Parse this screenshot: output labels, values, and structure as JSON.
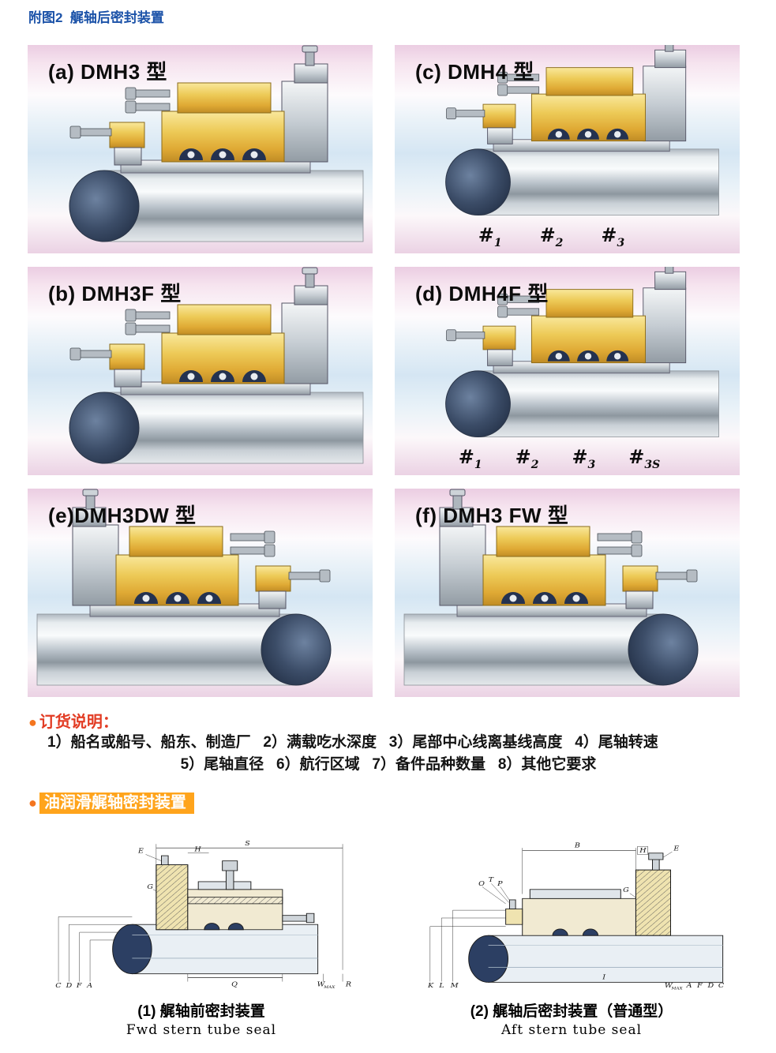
{
  "page": {
    "title": "附图2  艉轴后密封装置"
  },
  "icons": {
    "bullet": "●"
  },
  "panels": [
    {
      "label": "(a) DMH3 型"
    },
    {
      "label": "(c) DMH4 型",
      "tags": [
        {
          "h": "#",
          "s": "1"
        },
        {
          "h": "#",
          "s": "2"
        },
        {
          "h": "#",
          "s": "3"
        }
      ]
    },
    {
      "label": "(b) DMH3F 型"
    },
    {
      "label": "(d) DMH4F 型",
      "tags": [
        {
          "h": "#",
          "s": "1"
        },
        {
          "h": "#",
          "s": "2"
        },
        {
          "h": "#",
          "s": "3"
        },
        {
          "h": "#",
          "s": "3S"
        }
      ]
    },
    {
      "label": "(e)DMH3DW 型"
    },
    {
      "label": "(f) DMH3 FW 型"
    }
  ],
  "ordering": {
    "title": "订货说明：",
    "line1": "1）船名或船号、船东、制造厂   2）满载吃水深度   3）尾部中心线离基线高度   4）尾轴转速",
    "line2": "5）尾轴直径   6）航行区域   7）备件品种数量   8）其他它要求"
  },
  "oil_section": {
    "title": "油润滑艉轴密封装置"
  },
  "figures": [
    {
      "caption_cn": "(1) 艉轴前密封装置",
      "caption_en": "Fwd stern tube seal",
      "labels": {
        "e": "E",
        "h": "H",
        "s": "S",
        "g": "G",
        "q": "Q",
        "r": "R",
        "c": "C",
        "d": "D",
        "f": "F",
        "a": "A",
        "w": "W",
        "wsub": "MAX"
      }
    },
    {
      "caption_cn": "(2) 艉轴后密封装置（普通型）",
      "caption_en": "Aft stern tube seal",
      "labels": {
        "b": "B",
        "e": "E",
        "h": "H",
        "g": "G",
        "o": "O",
        "t": "T",
        "p": "P",
        "k": "K",
        "l": "L",
        "m": "M",
        "i": "I",
        "a": "A",
        "f": "F",
        "d": "D",
        "c": "C",
        "w": "W",
        "wsub": "MAX"
      }
    }
  ],
  "colors": {
    "header_blue": "#1b52a8",
    "ordering_red": "#e23c24",
    "accent_orange": "#ffa41c",
    "housing_gold": "#edca57",
    "panel_pink": "#ebcde2",
    "panel_blue": "#d5e6f3",
    "shaft_dark_end": "#2c3f63"
  }
}
